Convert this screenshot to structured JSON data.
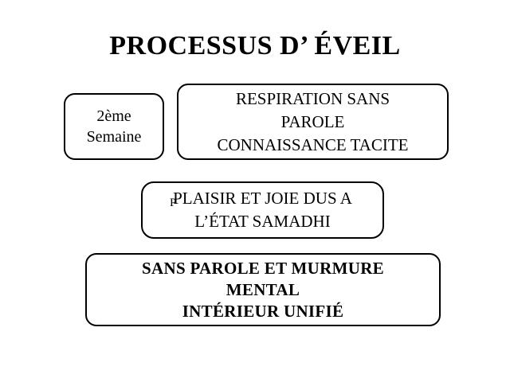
{
  "slide": {
    "title": "PROCESSUS D’ ÉVEIL",
    "background_color": "#FFFFFF",
    "text_color": "#000000",
    "border_color": "#000000"
  },
  "boxes": {
    "semaine": {
      "text": "2ème\nSemaine"
    },
    "respiration": {
      "text": "RESPIRATION SANS\nPAROLE\nCONNAISSANCE TACITE"
    },
    "plaisir": {
      "text": "PLAISIR ET JOIE DUS A\nL’ÉTAT  SAMADHI",
      "stray_glyph": "P"
    },
    "sans_parole": {
      "text": "SANS PAROLE ET MURMURE\nMENTAL\nINTÉRIEUR UNIFIÉ"
    }
  }
}
